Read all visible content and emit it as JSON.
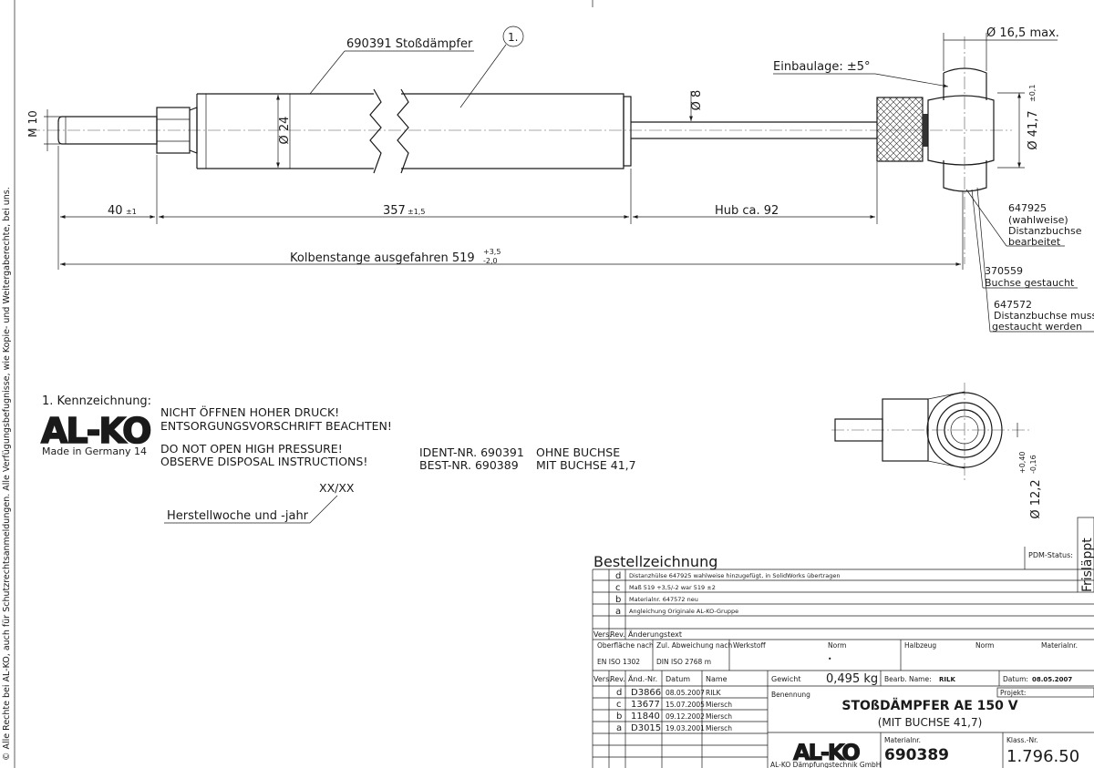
{
  "sidebar_copyright": "© Alle Rechte bei AL-KO, auch für Schutzrechtsanmeldungen. Alle Verfügungsbefugnisse, wie Kopie- und Weitergaberechte, bei uns.",
  "top_view": {
    "part_label": "690391 Stoßdämpfer",
    "balloon": "1.",
    "thread_label": "M 10",
    "dia_body": "Ø 24",
    "dia_rod": "Ø 8",
    "dia_max": "Ø 16,5 max.",
    "install": "Einbaulage: ±5°",
    "dia_bush": "Ø 41,7",
    "dia_bush_tol": "±0,1",
    "dim_40": "40",
    "dim_40_tol": "±1",
    "dim_357": "357",
    "dim_357_tol": "±1,5",
    "dim_hub": "Hub ca. 92",
    "dim_total": "Kolbenstange ausgefahren 519",
    "dim_total_tol_up": "+3,5",
    "dim_total_tol_dn": "-2,0",
    "callout_1_num": "647925",
    "callout_1_l1": "(wahlweise)",
    "callout_1_l2": "Distanzbuchse",
    "callout_1_l3": "bearbeitet",
    "callout_2_num": "370559",
    "callout_2_l1": "Buchse gestaucht",
    "callout_3_num": "647572",
    "callout_3_l1": "Distanzbuchse muss",
    "callout_3_l2": "gestaucht werden"
  },
  "marking": {
    "heading": "1. Kennzeichnung:",
    "logo": "AL-KO",
    "made_in": "Made in Germany 14",
    "warn_de_1": "NICHT ÖFFNEN HOHER DRUCK!",
    "warn_de_2": "ENTSORGUNGSVORSCHRIFT BEACHTEN!",
    "warn_en_1": "DO NOT OPEN HIGH PRESSURE!",
    "warn_en_2": "OBSERVE DISPOSAL INSTRUCTIONS!",
    "ident_label": "IDENT-NR. 690391",
    "ident_value": "OHNE BUCHSE",
    "best_label": "BEST-NR.   690389",
    "best_value": "MIT BUCHSE 41,7",
    "week_code": "XX/XX",
    "week_label": "Herstellwoche und -jahr"
  },
  "side_view": {
    "dia": "Ø 12,2",
    "tol_up": "+0,40",
    "tol_dn": "-0,16"
  },
  "title_block": {
    "heading": "Bestellzeichnung",
    "pdm": "PDM-Status:",
    "stamp": "Frisläppt",
    "revisions": [
      {
        "rev": "d",
        "text": "Distanzhülse 647925 wahlweise hinzugefügt, in SolidWorks übertragen"
      },
      {
        "rev": "c",
        "text": "Maß 519 +3,5/-2 war 519 ±2"
      },
      {
        "rev": "b",
        "text": "Materialnr. 647572 neu"
      },
      {
        "rev": "a",
        "text": "Angleichung Originale AL-KO-Gruppe"
      }
    ],
    "rev_header_rev": "Vers.",
    "rev_header_revs": "Rev.",
    "rev_header_text": "Änderungstext",
    "surface_label": "Oberfläche nach",
    "surface_value": "EN ISO 1302",
    "tol_label": "Zul. Abweichung nach",
    "tol_value": "DIN ISO 2768 m",
    "werkstoff": "Werkstoff",
    "norm": "Norm",
    "norm_value": "•",
    "halbzeug": "Halbzeug",
    "norm2": "Norm",
    "materialnr": "Materialnr.",
    "history_headers": [
      "Vers.",
      "Rev.",
      "Änd.-Nr.",
      "Datum",
      "Name"
    ],
    "history": [
      {
        "rev": "d",
        "nr": "D3866",
        "date": "08.05.2007",
        "name": "RILK"
      },
      {
        "rev": "c",
        "nr": "13677",
        "date": "15.07.2005",
        "name": "Miersch"
      },
      {
        "rev": "b",
        "nr": "11840",
        "date": "09.12.2002",
        "name": "Miersch"
      },
      {
        "rev": "a",
        "nr": "D3015",
        "date": "19.03.2001",
        "name": "Miersch"
      }
    ],
    "gewicht_label": "Gewicht",
    "gewicht_value": "0,495 kg",
    "bearb_label": "Bearb. Name:",
    "bearb_value": "RILK",
    "datum_label": "Datum:",
    "datum_value": "08.05.2007",
    "projekt_label": "Projekt:",
    "benennung_label": "Benennung",
    "benennung_1": "STOßDÄMPFER AE 150 V",
    "benennung_2": "(MIT BUCHSE 41,7)",
    "material_label": "Materialnr.",
    "material_value": "690389",
    "klass_label": "Klass.-Nr.",
    "klass_value": "1.796.50",
    "company_logo": "AL-KO",
    "company": "AL-KO Dämpfungstechnik GmbH"
  }
}
